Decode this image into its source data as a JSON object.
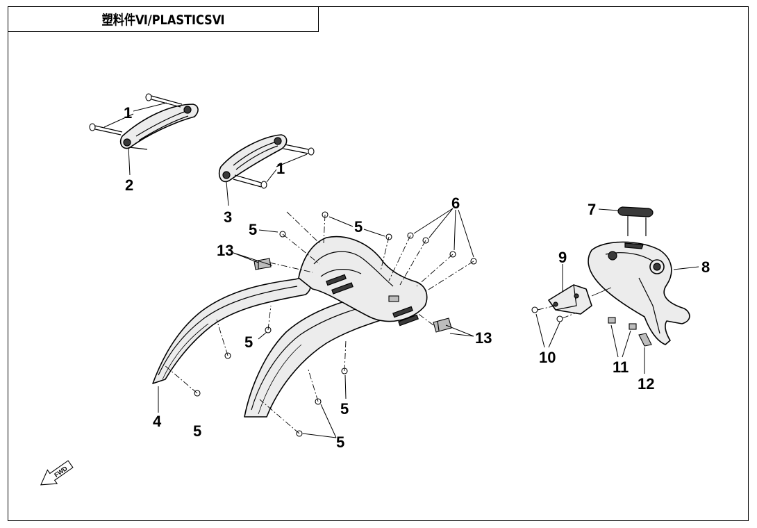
{
  "title": "塑料件Ⅵ/PLASTICSⅥ",
  "fwd_label": "FWD",
  "callouts": {
    "c1a": "1",
    "c1b": "1",
    "c2": "2",
    "c3": "3",
    "c4": "4",
    "c5a": "5",
    "c5b": "5",
    "c5c": "5",
    "c5d": "5",
    "c5e": "5",
    "c5f": "5",
    "c6": "6",
    "c7": "7",
    "c8": "8",
    "c9": "9",
    "c10": "10",
    "c11": "11",
    "c12": "12",
    "c13a": "13",
    "c13b": "13"
  }
}
